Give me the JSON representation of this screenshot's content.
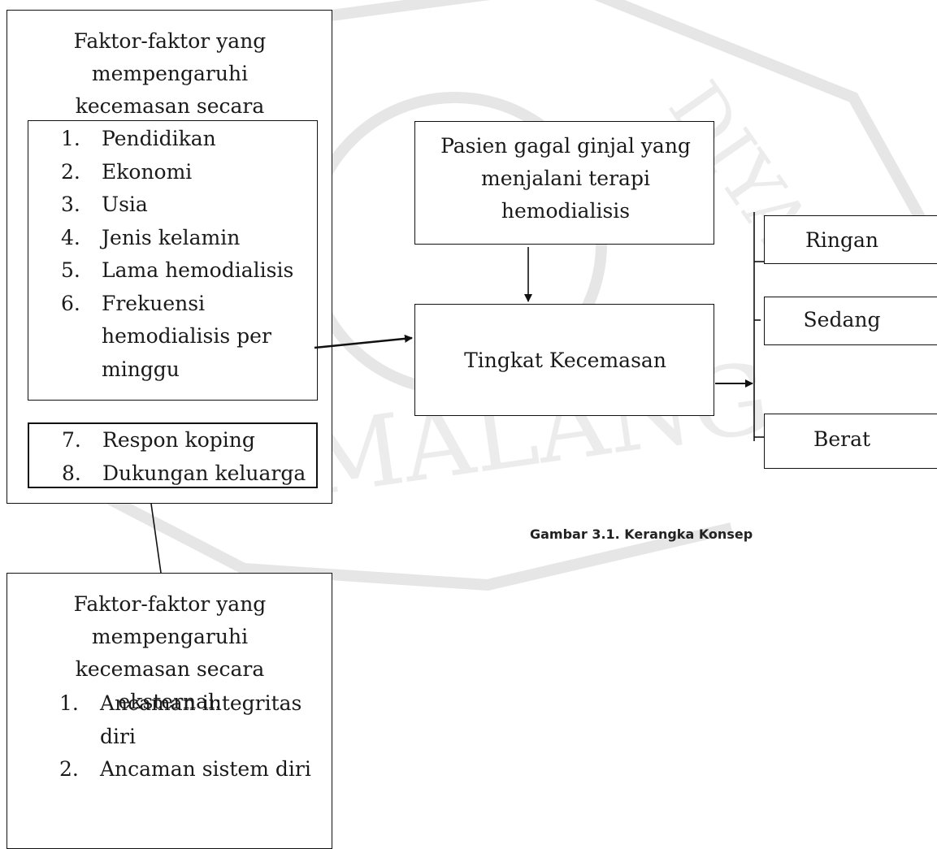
{
  "internal": {
    "heading": "Faktor-faktor yang mempengaruhi kecemasan secara internal:",
    "items_a": [
      {
        "num": "1.",
        "label": "Pendidikan"
      },
      {
        "num": "2.",
        "label": "Ekonomi"
      },
      {
        "num": "3.",
        "label": "Usia"
      },
      {
        "num": "4.",
        "label": "Jenis kelamin"
      },
      {
        "num": "5.",
        "label": "Lama hemodialisis"
      },
      {
        "num": "6.",
        "label": "Frekuensi hemodialisis per minggu"
      }
    ],
    "items_b": [
      {
        "num": "7.",
        "label": "Respon koping"
      },
      {
        "num": "8.",
        "label": "Dukungan keluarga"
      }
    ]
  },
  "external": {
    "heading": "Faktor-faktor yang mempengaruhi kecemasan secara eksternal:",
    "items": [
      {
        "num": "1.",
        "label": "Ancaman integritas diri"
      },
      {
        "num": "2.",
        "label": "Ancaman sistem diri"
      }
    ]
  },
  "patient": "Pasien gagal ginjal yang menjalani terapi hemodialisis",
  "level": "Tingkat Kecemasan",
  "outcomes": [
    "Ringan",
    "Sedang",
    "Berat"
  ],
  "caption": "Gambar 3.1. Kerangka Konsep"
}
